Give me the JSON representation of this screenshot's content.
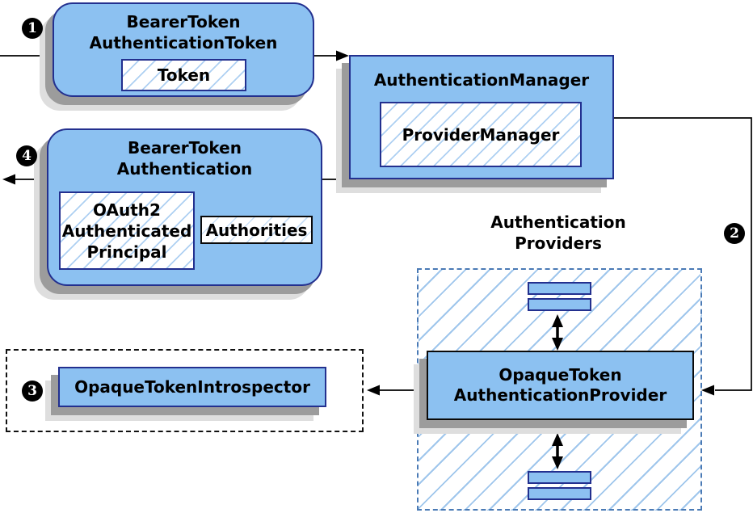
{
  "badges": [
    "1",
    "2",
    "3",
    "4"
  ],
  "nodes": {
    "bt_auth_token": {
      "title": [
        "BearerToken",
        "AuthenticationToken"
      ],
      "token": "Token"
    },
    "auth_manager": {
      "title": "AuthenticationManager",
      "provider_manager": "ProviderManager"
    },
    "bt_auth": {
      "title": [
        "BearerToken",
        "Authentication"
      ],
      "principal": [
        "OAuth2",
        "Authenticated",
        "Principal"
      ],
      "authorities": "Authorities"
    },
    "introspector": {
      "label": "OpaqueTokenIntrospector"
    },
    "providers": {
      "heading": [
        "Authentication",
        "Providers"
      ],
      "provider": [
        "OpaqueToken",
        "AuthenticationProvider"
      ]
    }
  },
  "colors": {
    "node_fill": "#8CC1F1",
    "node_border": "#23308F",
    "hatch_line": "#9FC6EC",
    "providers_dash": "#4A7AB5",
    "shadow_dark": "#9C9C9C",
    "shadow_light": "#DEDEDE",
    "arrow": "#000000"
  }
}
